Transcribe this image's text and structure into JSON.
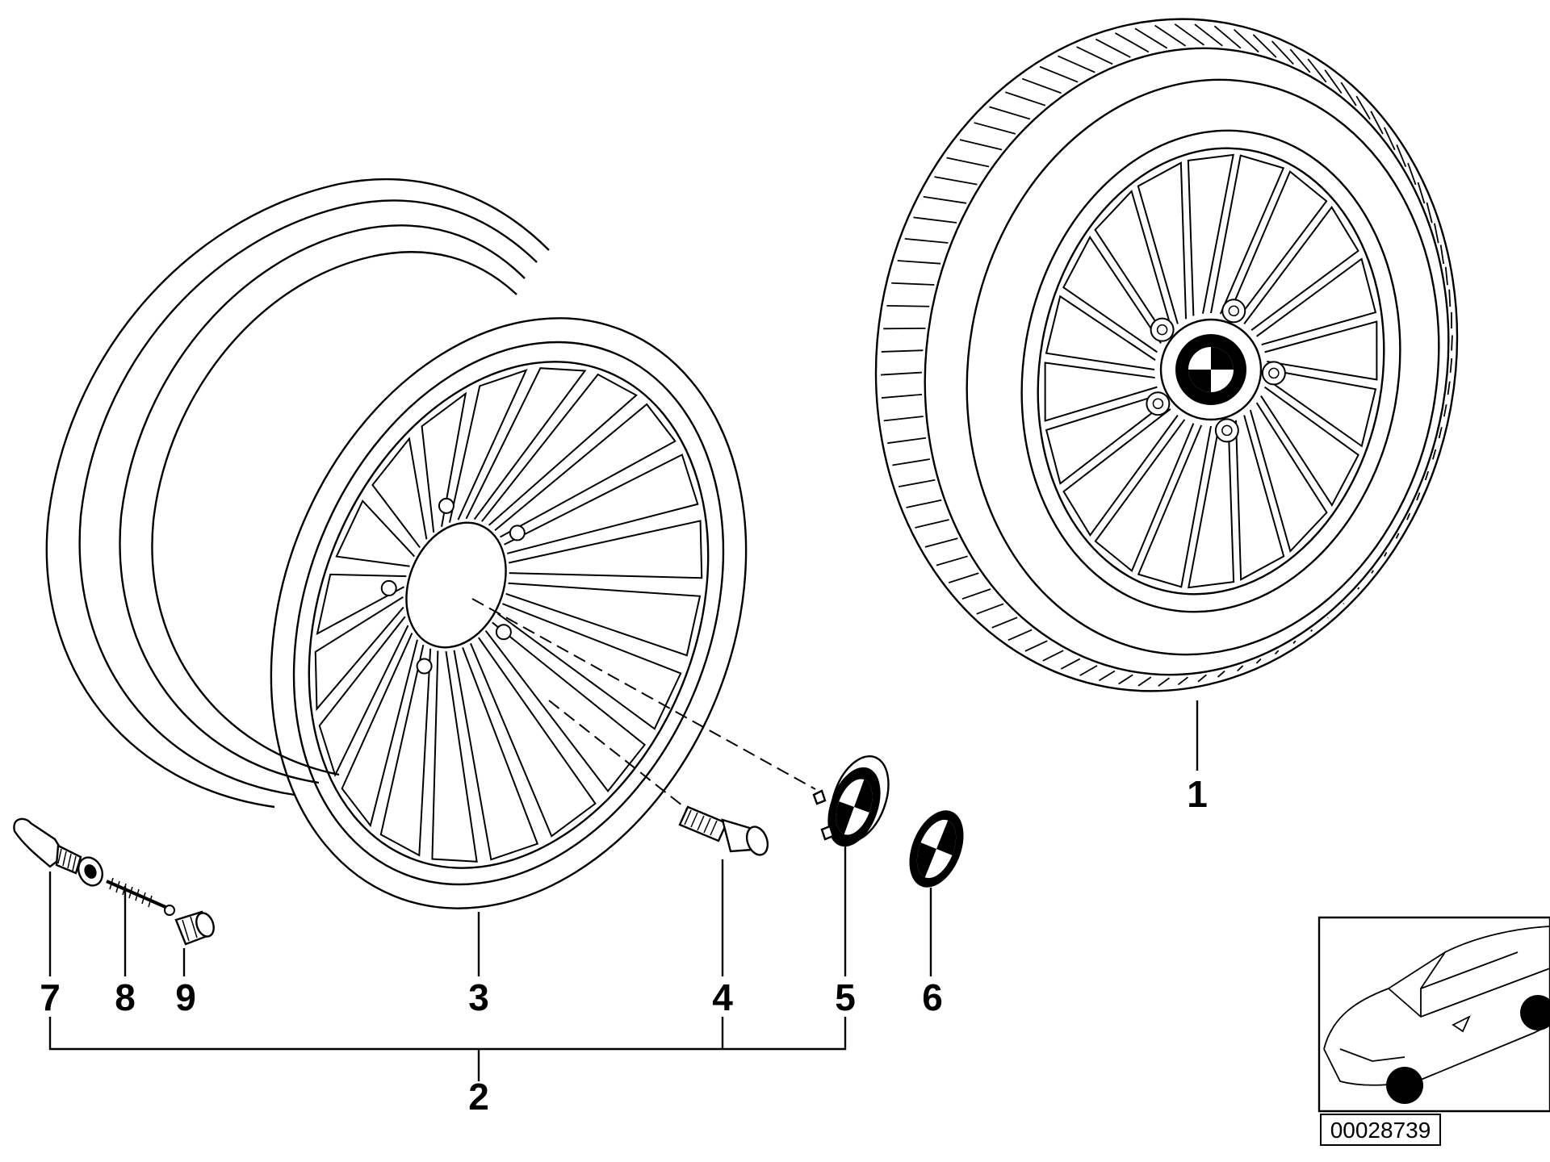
{
  "callouts": [
    "1",
    "2",
    "3",
    "4",
    "5",
    "6",
    "7",
    "8",
    "9"
  ],
  "diagram_id": "00028739",
  "colors": {
    "line": "#000000",
    "background": "#ffffff"
  }
}
